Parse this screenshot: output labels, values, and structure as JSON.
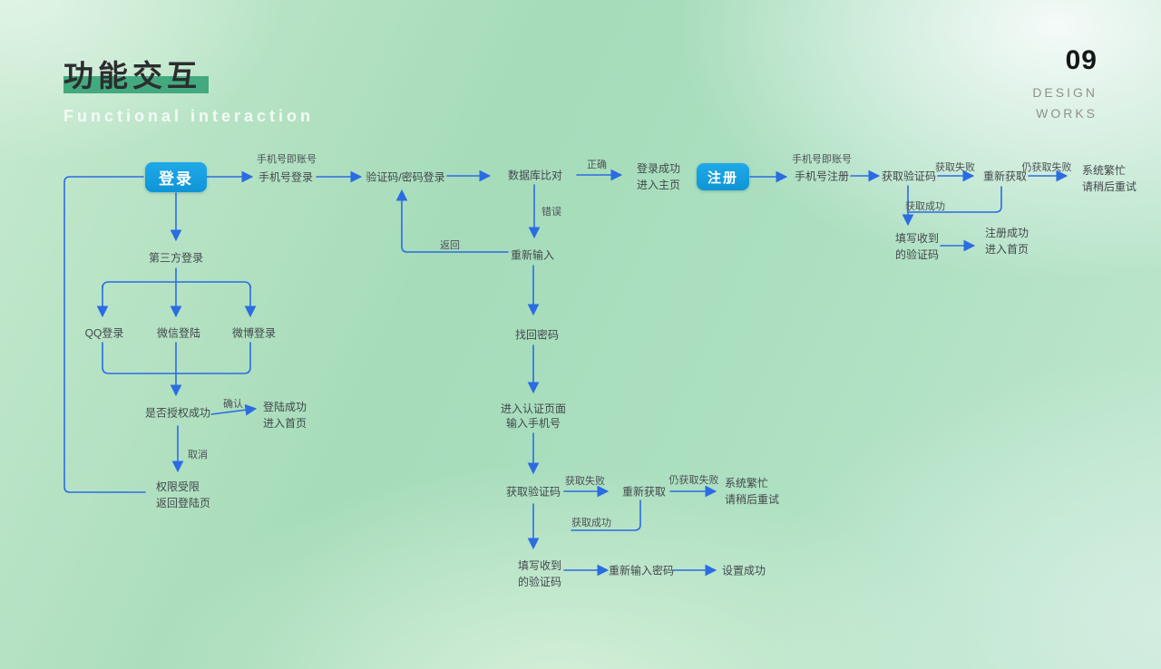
{
  "header": {
    "title": "功能交互",
    "subtitle": "Functional interaction",
    "page_number": "09",
    "works": {
      "line1": "DESIGN",
      "line2": "WORKS"
    }
  },
  "colors": {
    "background_green": "#a6dcba",
    "accent_green": "#43aa7f",
    "button_blue": "#14a0e0",
    "line_blue": "#2b6ce2",
    "label_gray": "#42474b"
  },
  "flow": {
    "buttons": {
      "login": "登录",
      "register": "注册"
    },
    "nodes": {
      "phone_login": "手机号登录",
      "code_login": "验证码/密码登录",
      "db_compare": "数据库比对",
      "login_success": {
        "l1": "登录成功",
        "l2": "进入主页"
      },
      "reinput": "重新输入",
      "third_party": "第三方登录",
      "qq_login": "QQ登录",
      "wechat_login": "微信登陆",
      "weibo_login": "微博登录",
      "auth_check": "是否授权成功",
      "auth_success": {
        "l1": "登陆成功",
        "l2": "进入首页"
      },
      "permission_denied": {
        "l1": "权限受限",
        "l2": "返回登陆页"
      },
      "find_password": "找回密码",
      "auth_page": {
        "l1": "进入认证页面",
        "l2": "输入手机号"
      },
      "get_code": "获取验证码",
      "retry_get": "重新获取",
      "system_busy": {
        "l1": "系统繁忙",
        "l2": "请稍后重试"
      },
      "fill_code": {
        "l1": "填写收到",
        "l2": "的验证码"
      },
      "reinput_password": "重新输入密码",
      "set_success": "设置成功",
      "phone_register": "手机号注册",
      "register_success": {
        "l1": "注册成功",
        "l2": "进入首页"
      }
    },
    "edges": {
      "phone_is_account": "手机号即账号",
      "correct": "正确",
      "wrong": "错误",
      "back": "返回",
      "confirm": "确认",
      "cancel": "取消",
      "get_fail": "获取失败",
      "still_fail": "仍获取失败",
      "get_success": "获取成功"
    }
  }
}
